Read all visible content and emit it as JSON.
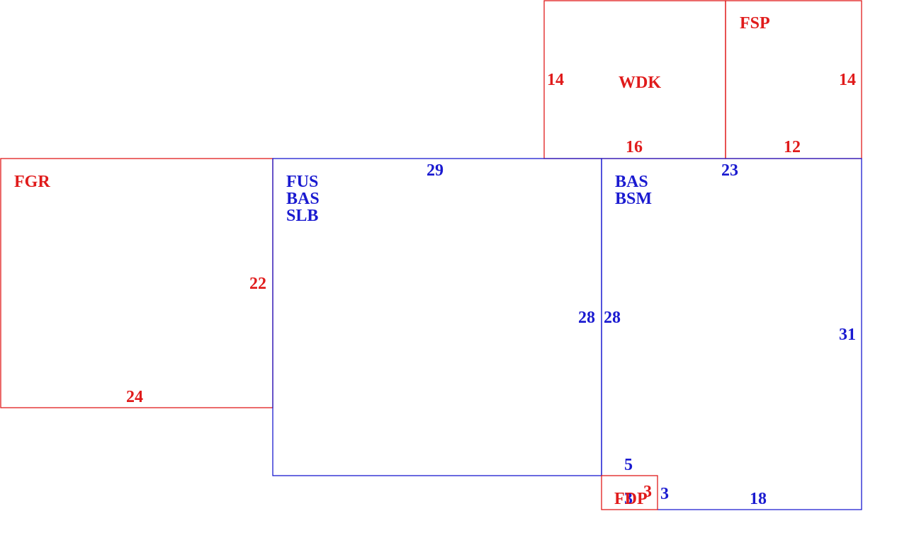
{
  "colors": {
    "red": "#e01b1b",
    "blue": "#1a1ad0"
  },
  "rooms": {
    "wdk": {
      "color": "red",
      "labels": [
        "WDK"
      ],
      "dims": {
        "left": "14",
        "bottom": "16"
      }
    },
    "fsp": {
      "color": "red",
      "labels": [
        "FSP"
      ],
      "dims": {
        "right": "14",
        "bottom": "12"
      }
    },
    "fgr": {
      "color": "red",
      "labels": [
        "FGR"
      ],
      "dims": {
        "right": "22",
        "bottom": "24"
      }
    },
    "fus": {
      "color": "blue",
      "labels": [
        "FUS",
        "BAS",
        "SLB"
      ],
      "dims": {
        "top": "29",
        "right": "28"
      }
    },
    "bas": {
      "color": "blue",
      "labels": [
        "BAS",
        "BSM"
      ],
      "dims": {
        "top": "23",
        "left": "28",
        "right": "31",
        "bottom": "18",
        "notch_top": "5",
        "notch_side": "3"
      }
    },
    "fdp": {
      "color": "red",
      "labels": [
        "FDP"
      ],
      "dims": {
        "left": "3",
        "right": "3"
      }
    }
  }
}
